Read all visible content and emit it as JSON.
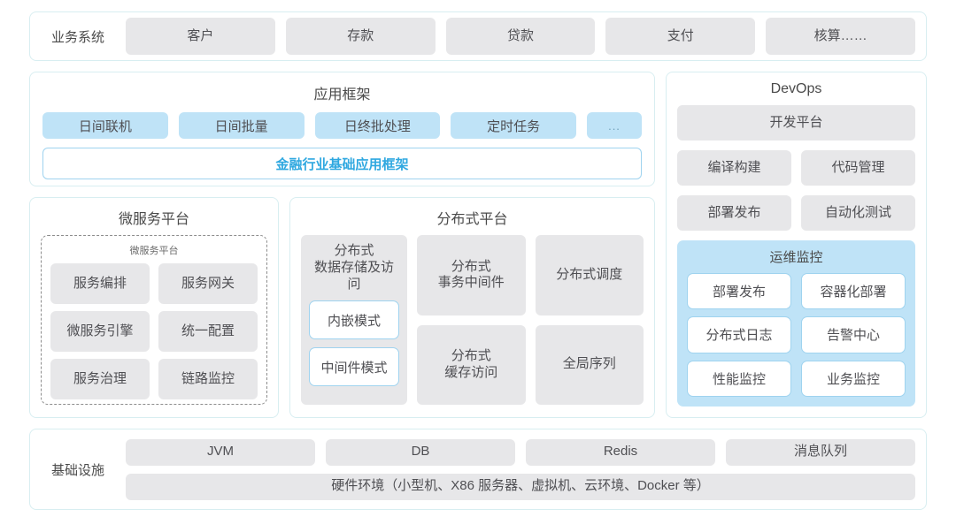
{
  "business_systems": {
    "label": "业务系统",
    "items": [
      "客户",
      "存款",
      "贷款",
      "支付",
      "核算……"
    ]
  },
  "app_framework": {
    "title": "应用框架",
    "items": [
      "日间联机",
      "日间批量",
      "日终批处理",
      "定时任务"
    ],
    "more": "...",
    "base_bar": "金融行业基础应用框架"
  },
  "microservice_platform": {
    "title": "微服务平台",
    "inner_title": "微服务平台",
    "items": [
      "服务编排",
      "服务网关",
      "微服务引擎",
      "统一配置",
      "服务治理",
      "链路监控"
    ]
  },
  "distributed_platform": {
    "title": "分布式平台",
    "storage": {
      "label": "分布式\n数据存储及访问",
      "modes": [
        "内嵌模式",
        "中间件模式"
      ]
    },
    "column_two": [
      "分布式\n事务中间件",
      "分布式\n缓存访问"
    ],
    "column_three": [
      "分布式调度",
      "全局序列"
    ]
  },
  "devops": {
    "title": "DevOps",
    "platform": "开发平台",
    "row_one": [
      "编译构建",
      "代码管理"
    ],
    "row_two": [
      "部署发布",
      "自动化测试"
    ],
    "ops_monitor": {
      "title": "运维监控",
      "items": [
        "部署发布",
        "容器化部署",
        "分布式日志",
        "告警中心",
        "性能监控",
        "业务监控"
      ]
    }
  },
  "infrastructure": {
    "label": "基础设施",
    "items": [
      "JVM",
      "DB",
      "Redis",
      "消息队列"
    ],
    "hardware": "硬件环境（小型机、X86 服务器、虚拟机、云环境、Docker 等）"
  },
  "colors": {
    "panel_border": "#d8eef1",
    "tile_gray": "#e7e7e9",
    "tile_blue": "#bfe3f7",
    "accent_blue": "#2fa8e0",
    "white_tile_border": "#9fd3ef",
    "dashed_border": "#8d8d8d"
  }
}
